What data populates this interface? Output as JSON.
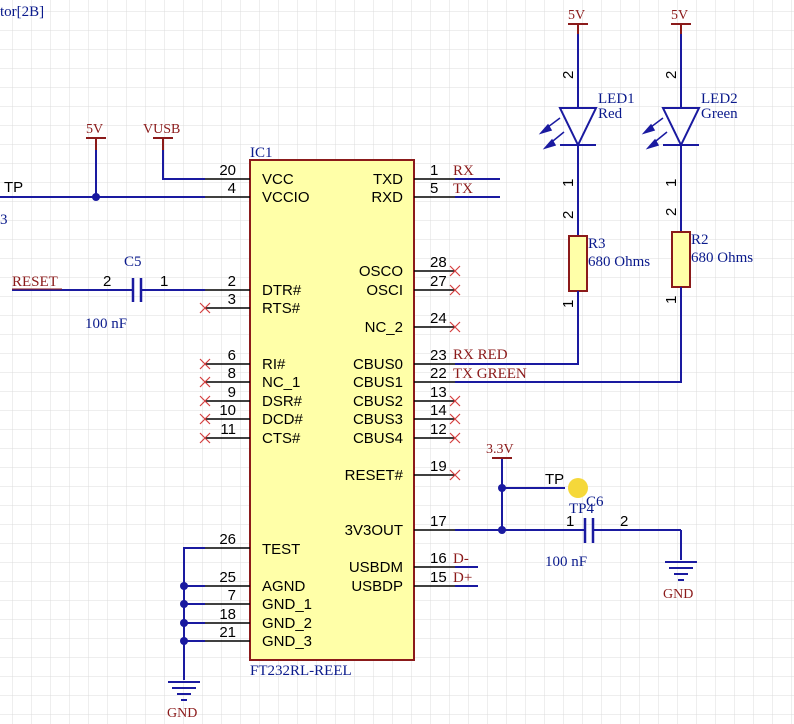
{
  "title_fragment": "tor[2B]",
  "colors": {
    "wire": "#1a1aa0",
    "power": "#8b1a1a",
    "ic_fill": "#ffffa8",
    "ic_stroke": "#8b1a1a",
    "noconnect": "#d44040",
    "testpoint": "#f5d83a",
    "grid": "#dcdcdc"
  },
  "ic": {
    "designator": "IC1",
    "part": "FT232RL-REEL",
    "left_pins": [
      {
        "name": "VCC",
        "num": "20"
      },
      {
        "name": "VCCIO",
        "num": "4"
      },
      {
        "name": "DTR#",
        "num": "2"
      },
      {
        "name": "RTS#",
        "num": "3"
      },
      {
        "name": "RI#",
        "num": "6"
      },
      {
        "name": "NC_1",
        "num": "8"
      },
      {
        "name": "DSR#",
        "num": "9"
      },
      {
        "name": "DCD#",
        "num": "10"
      },
      {
        "name": "CTS#",
        "num": "11"
      },
      {
        "name": "TEST",
        "num": "26"
      },
      {
        "name": "AGND",
        "num": "25"
      },
      {
        "name": "GND_1",
        "num": "7"
      },
      {
        "name": "GND_2",
        "num": "18"
      },
      {
        "name": "GND_3",
        "num": "21"
      }
    ],
    "right_pins": [
      {
        "name": "TXD",
        "num": "1"
      },
      {
        "name": "RXD",
        "num": "5"
      },
      {
        "name": "OSCO",
        "num": "28"
      },
      {
        "name": "OSCI",
        "num": "27"
      },
      {
        "name": "NC_2",
        "num": "24"
      },
      {
        "name": "CBUS0",
        "num": "23"
      },
      {
        "name": "CBUS1",
        "num": "22"
      },
      {
        "name": "CBUS2",
        "num": "13"
      },
      {
        "name": "CBUS3",
        "num": "14"
      },
      {
        "name": "CBUS4",
        "num": "12"
      },
      {
        "name": "RESET#",
        "num": "19"
      },
      {
        "name": "3V3OUT",
        "num": "17"
      },
      {
        "name": "USBDM",
        "num": "16"
      },
      {
        "name": "USBDP",
        "num": "15"
      }
    ]
  },
  "nets": {
    "rx": "RX",
    "tx": "TX",
    "rx_red": "RX RED",
    "tx_green": "TX GREEN",
    "d_minus": "D-",
    "d_plus": "D+",
    "reset": "RESET",
    "tp_left": "TP",
    "tp_right": "TP",
    "left_edge_fragment": "3"
  },
  "power": {
    "vcc5_a": "5V",
    "vusb": "VUSB",
    "vcc5_led1": "5V",
    "vcc5_led2": "5V",
    "v33": "3.3V",
    "gnd_ic": "GND",
    "gnd_c6": "GND"
  },
  "components": {
    "c5": {
      "des": "C5",
      "value": "100 nF",
      "pin_left": "2",
      "pin_right": "1"
    },
    "c6": {
      "des": "C6",
      "value": "100 nF",
      "pin_left": "1",
      "pin_right": "2",
      "tp_des": "TP4"
    },
    "led1": {
      "des": "LED1",
      "color": "Red",
      "pin_top": "2",
      "pin_bottom": "1"
    },
    "led2": {
      "des": "LED2",
      "color": "Green",
      "pin_top": "2",
      "pin_bottom": "1"
    },
    "r3": {
      "des": "R3",
      "value": "680 Ohms",
      "pin_top": "2",
      "pin_bottom": "1"
    },
    "r2": {
      "des": "R2",
      "value": "680 Ohms",
      "pin_top": "2",
      "pin_bottom": "1"
    }
  }
}
